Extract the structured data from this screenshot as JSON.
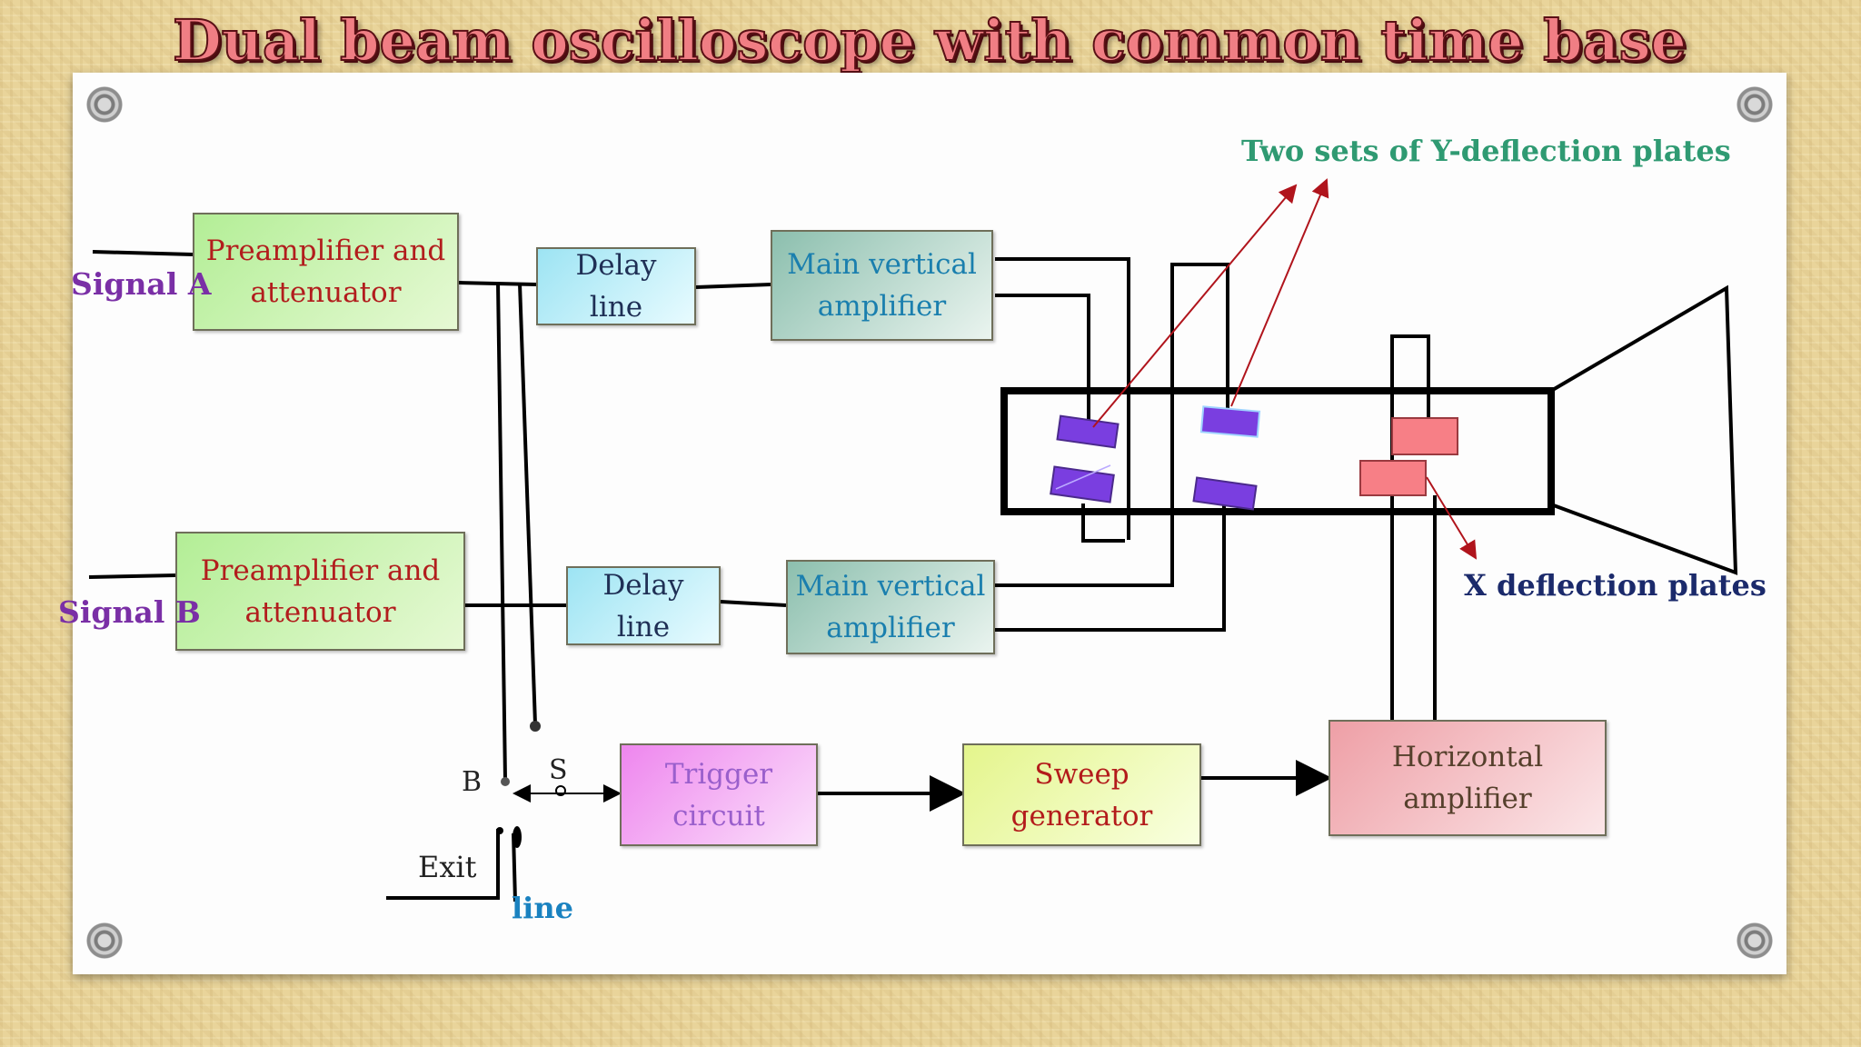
{
  "title": "Dual beam oscilloscope with common time base",
  "blocks": {
    "preamp_a": "Preamplifier and\nattenuator",
    "preamp_b": "Preamplifier and\nattenuator",
    "delay_a": "Delay\nline",
    "delay_b": "Delay\nline",
    "main_vert_a": "Main vertical\namplifier",
    "main_vert_b": "Main vertical\namplifier",
    "trigger": "Trigger\ncircuit",
    "sweep": "Sweep\ngenerator",
    "horizontal": "Horizontal\namplifier"
  },
  "labels": {
    "signal_a": "Signal A",
    "signal_b": "Signal B",
    "two_sets": "Two sets of  Y-deflection plates",
    "x_plates": "X deflection plates",
    "switch_b": "B",
    "switch_s": "S",
    "exit": "Exit",
    "line": "line"
  },
  "colors": {
    "title": "#f07e84",
    "y_plates": "#7a3ee0",
    "x_plates": "#f77f86",
    "annotation_arrow": "#b0141c",
    "two_sets_label": "#2f9a72",
    "x_plates_label": "#1b2a6b",
    "signal_label": "#7a2fa6",
    "line_label": "#1a82c0"
  }
}
